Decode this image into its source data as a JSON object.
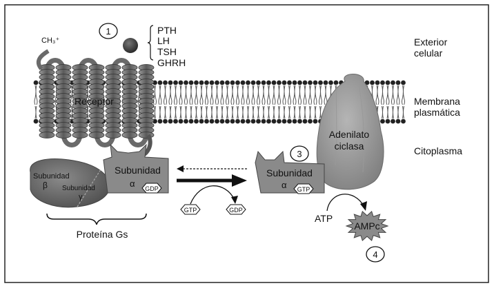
{
  "hormone_ion": "CH₃⁺",
  "hormones": [
    "PTH",
    "LH",
    "TSH",
    "GHRH"
  ],
  "markers": [
    "1",
    "3",
    "4"
  ],
  "regions": {
    "exterior": [
      "Exterior",
      "celular"
    ],
    "membrane": [
      "Membrana",
      "plasmática"
    ],
    "cytoplasm": "Citoplasma"
  },
  "receptor_label": "Receptor",
  "adenylate_cyclase": [
    "Adenilato",
    "ciclasa"
  ],
  "gs_protein": {
    "beta_label": "Subunidad",
    "beta_symbol": "β",
    "gamma_label": "Subunidad",
    "gamma_symbol": "γ",
    "alpha_label": "Subunidad",
    "alpha_symbol": "α",
    "caption": "Proteína Gs"
  },
  "nucleotides": {
    "gdp": "GDP",
    "gtp": "GTP",
    "atp": "ATP",
    "camp": "AMPc"
  }
}
